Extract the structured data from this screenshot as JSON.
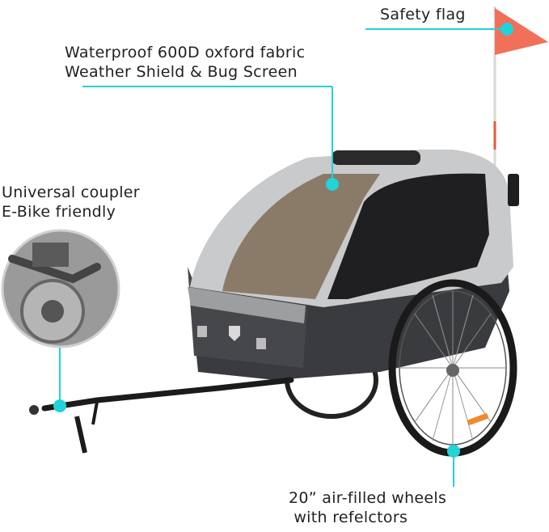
{
  "callouts": {
    "flag": {
      "line1": "Safety flag"
    },
    "fabric": {
      "line1": "Waterproof 600D oxford fabric",
      "line2": "Weather Shield  & Bug Screen"
    },
    "coupler": {
      "line1": "Universal coupler",
      "line2": "E-Bike friendly"
    },
    "wheels": {
      "line1": "20” air-filled wheels",
      "line2": " with refelctors"
    }
  },
  "colors": {
    "accent": "#22d3d8",
    "flag": "#f0705a",
    "canopy": "#c9cacb",
    "body_dark": "#3a3b3e",
    "window_tint": "#8a7a68"
  },
  "icons": [
    "safety-flag-icon",
    "trailer-logo-icon",
    "coupler-detail-icon"
  ]
}
